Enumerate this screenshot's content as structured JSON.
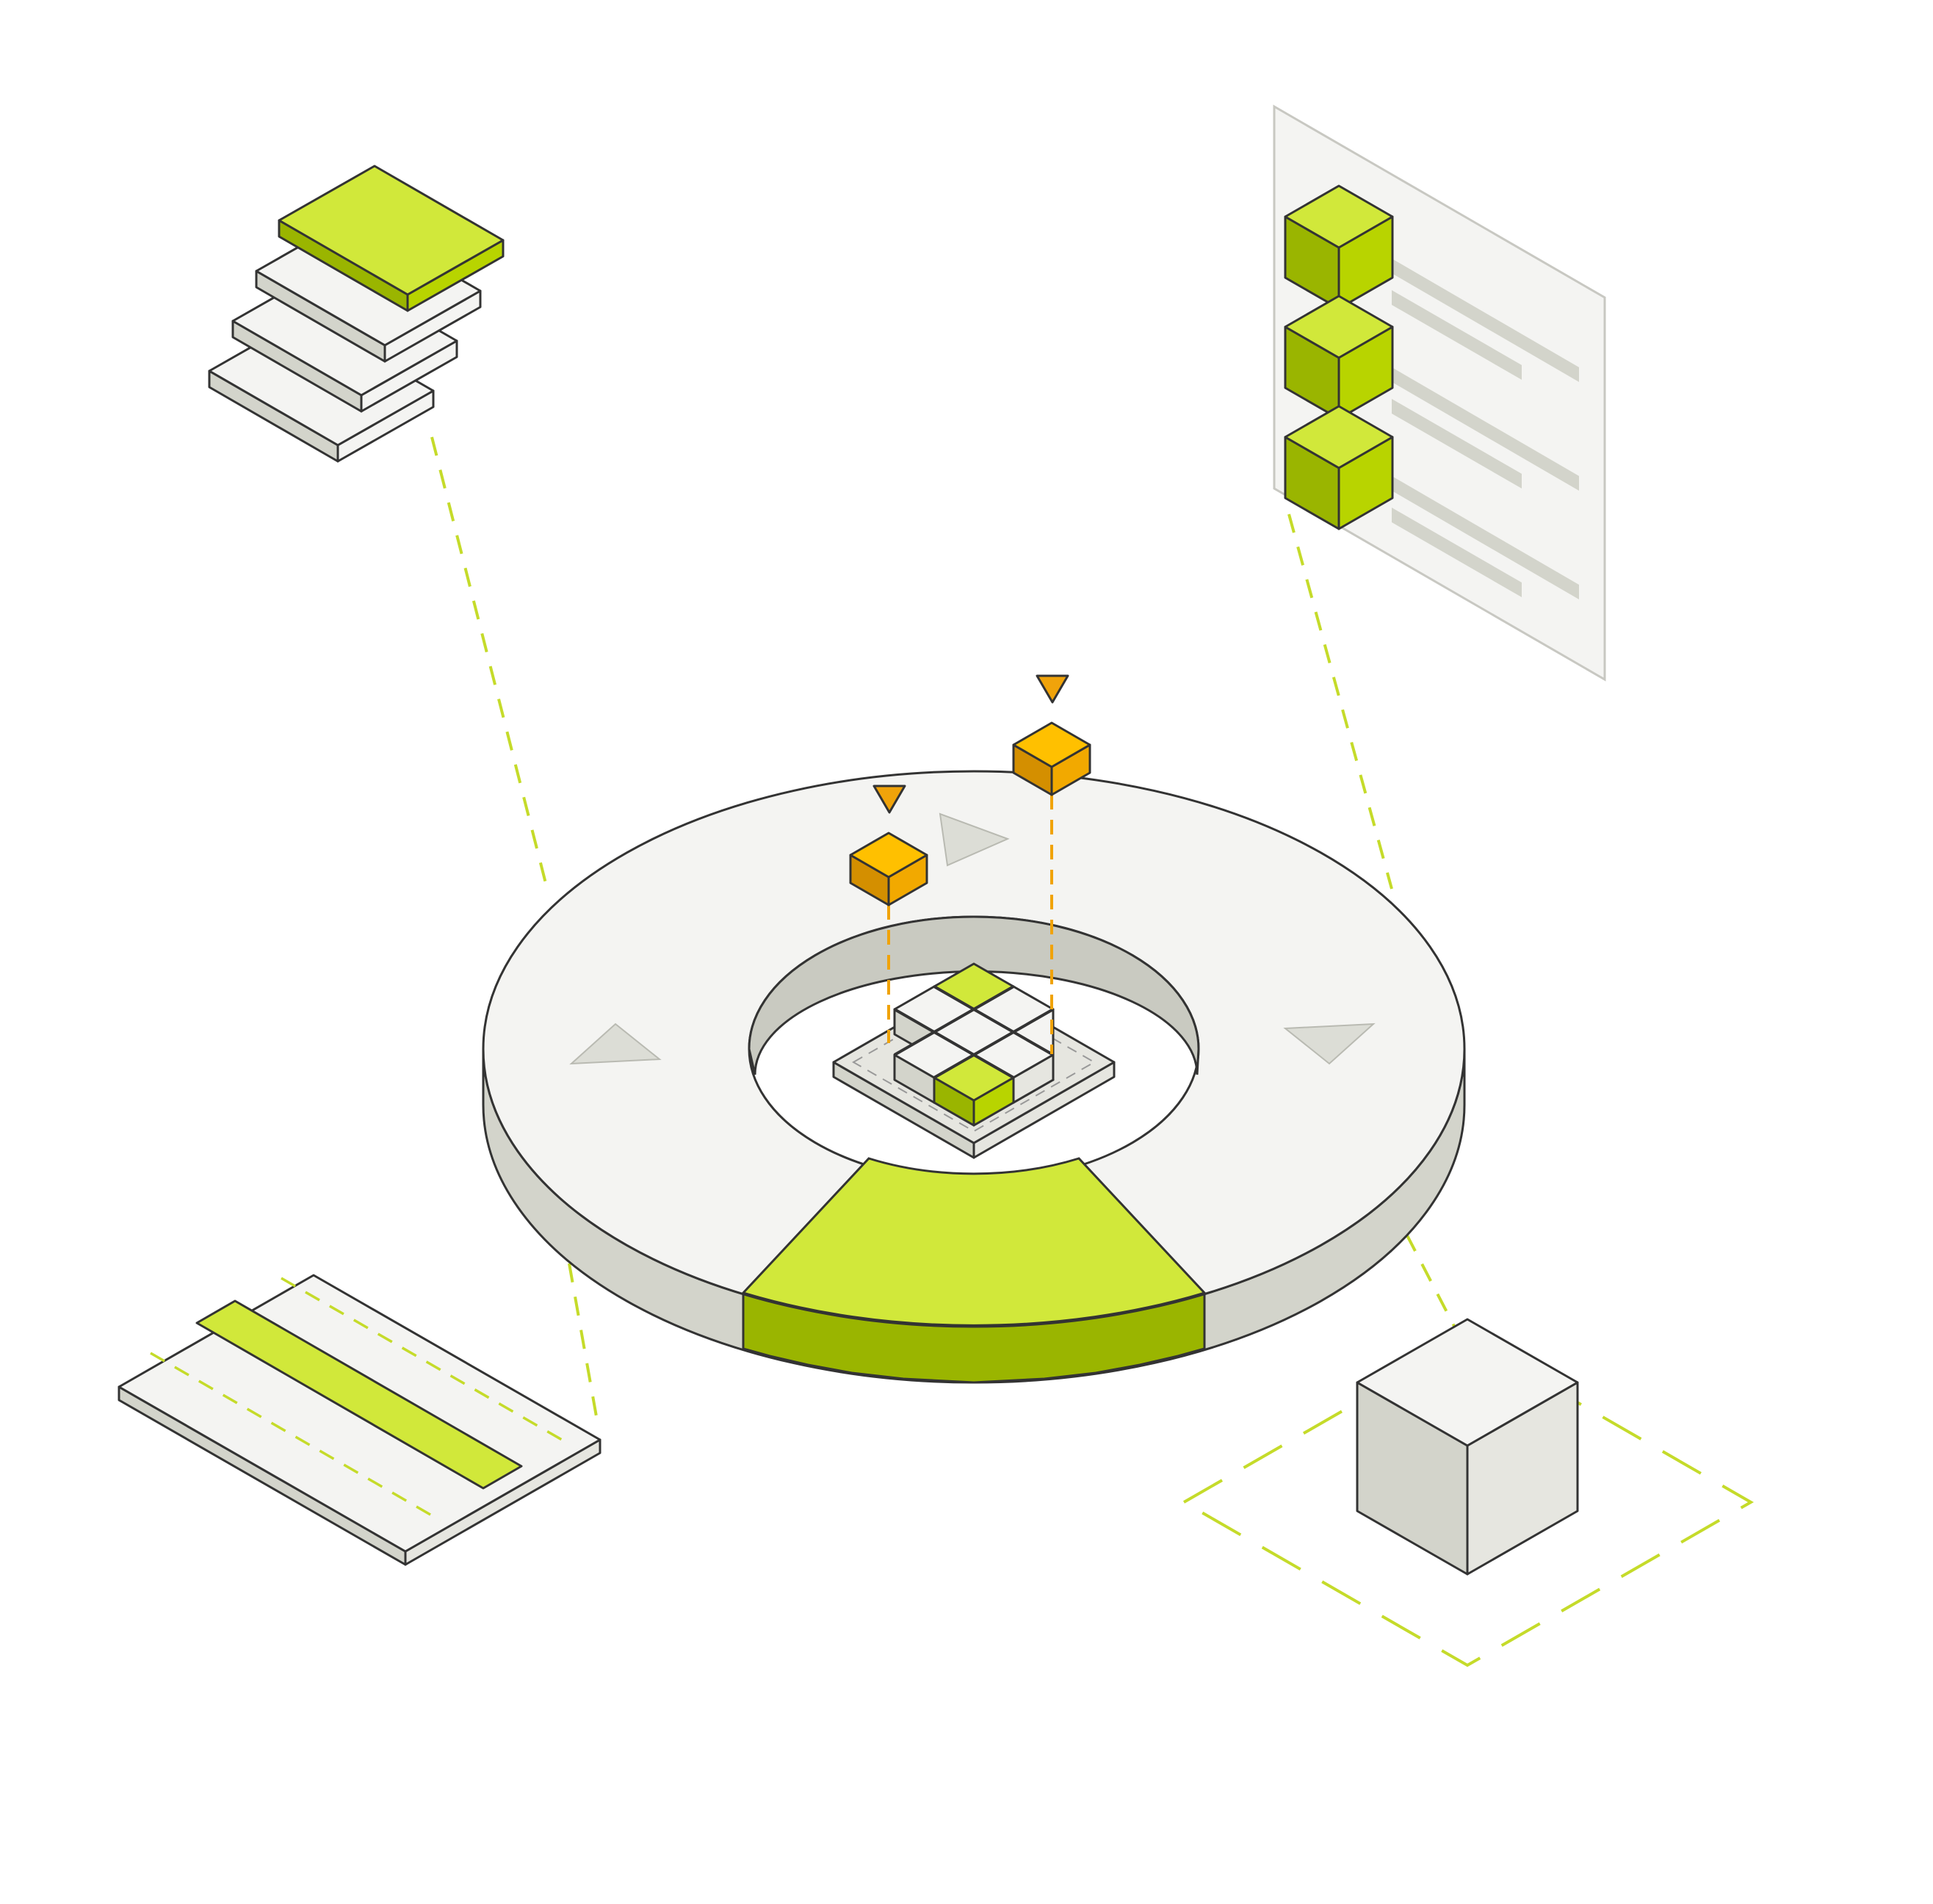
{
  "colors": {
    "lime": "#D1E83A",
    "lime_mid": "#B8D400",
    "lime_dark": "#9AB500",
    "paper": "#F4F4F2",
    "paper_mid": "#E6E6E0",
    "paper_dark": "#D3D4CB",
    "amber_top": "#FFC000",
    "amber_left": "#D48F00",
    "amber_right": "#F2A900",
    "amber_marker": "#F0A30A",
    "line": "#333333",
    "ghost": "#C8C8C2"
  },
  "diagram": {
    "type": "isometric-illustration",
    "elements": [
      "layer-stack",
      "document-panel",
      "ring-platform",
      "grid-module",
      "cube-node",
      "flat-card",
      "data-cubes"
    ]
  }
}
